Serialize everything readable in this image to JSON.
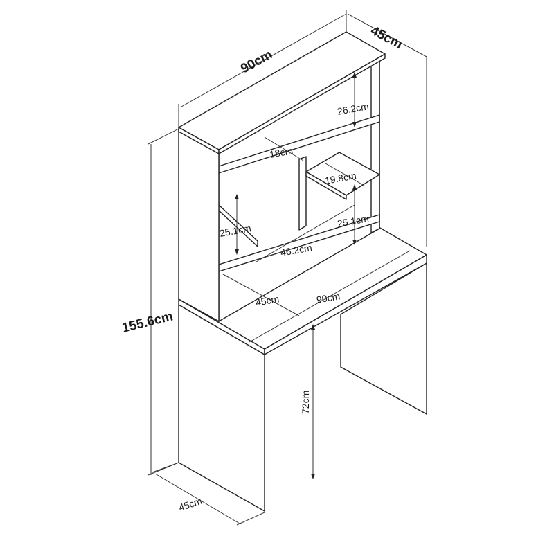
{
  "dimensions": {
    "top_width": "90cm",
    "top_depth": "45cm",
    "total_height": "155.6cm",
    "upper_shelf_height": "26.2cm",
    "shelf_depth": "18cm",
    "small_shelf_width": "19.8cm",
    "left_compartment_height": "25.1cm",
    "right_compartment_height": "25.1cm",
    "compartment_width": "46.2cm",
    "desk_depth": "45cm",
    "desk_width": "90cm",
    "desk_height": "72cm",
    "base_depth": "45cm"
  }
}
